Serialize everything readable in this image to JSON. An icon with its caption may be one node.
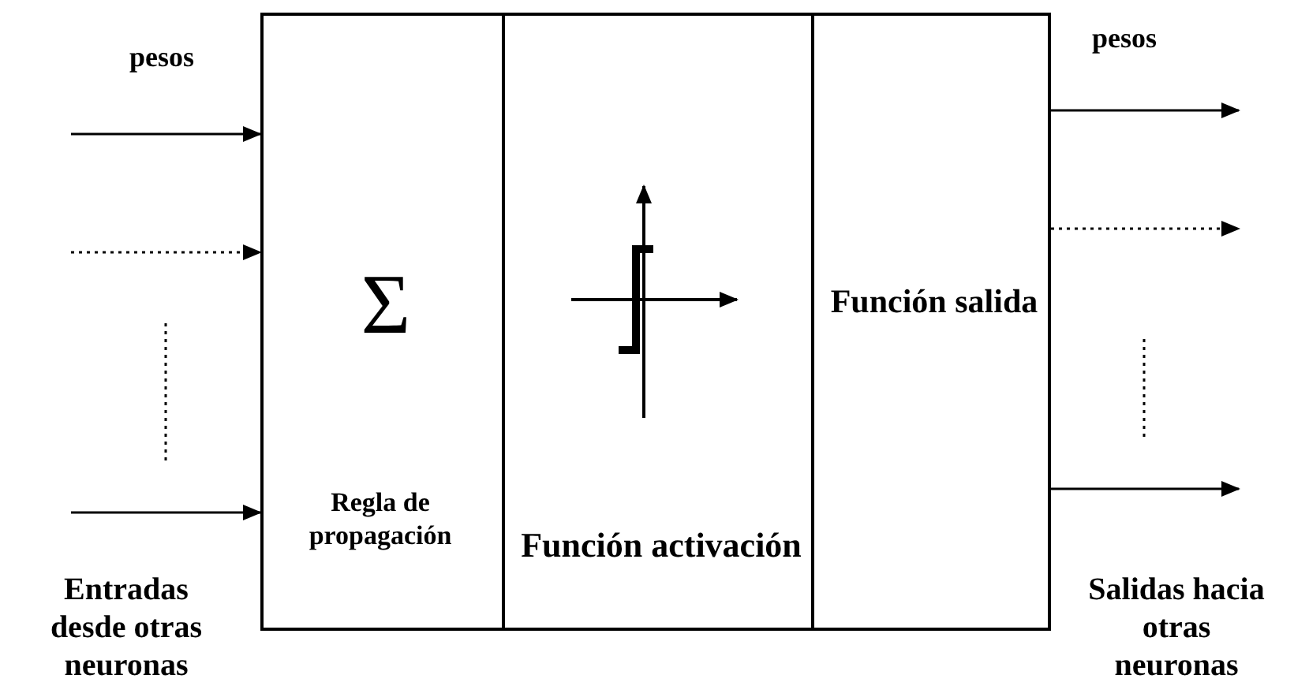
{
  "diagram": {
    "nodes": [
      {
        "text": [
          "Σ",
          "Regla de propagación"
        ]
      },
      {
        "text": [
          "Función activación"
        ]
      },
      {
        "text": [
          "Función salida"
        ]
      }
    ],
    "edges": [
      {
        "from": null,
        "to": 0,
        "arrow": "to"
      },
      {
        "from": null,
        "to": 0,
        "arrow": "to",
        "style": "dashed"
      },
      {
        "from": null,
        "to": 0,
        "arrow": "to"
      },
      {
        "from": 2,
        "to": null,
        "arrow": "to"
      },
      {
        "from": 2,
        "to": null,
        "arrow": "to",
        "style": "dashed"
      },
      {
        "from": 2,
        "to": null,
        "arrow": "to"
      }
    ],
    "labels": [
      "pesos",
      "pesos",
      "Entradas desde otras neuronas",
      "Salidas hacia otras neuronas"
    ]
  }
}
